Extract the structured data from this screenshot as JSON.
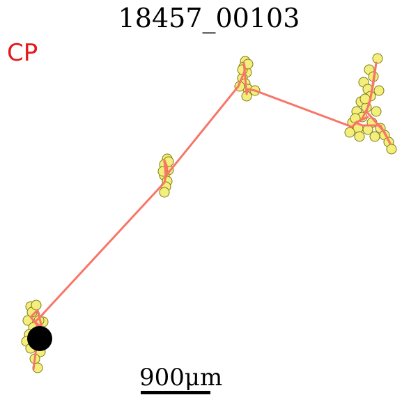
{
  "title": "18457_00103",
  "label": "CP",
  "scale": {
    "text": "900μm"
  },
  "colors": {
    "track": "#f87668",
    "point_fill": "#f4ee7c",
    "point_stroke": "#7a7a12",
    "start": "#000000",
    "label": "#e31a1c"
  }
}
